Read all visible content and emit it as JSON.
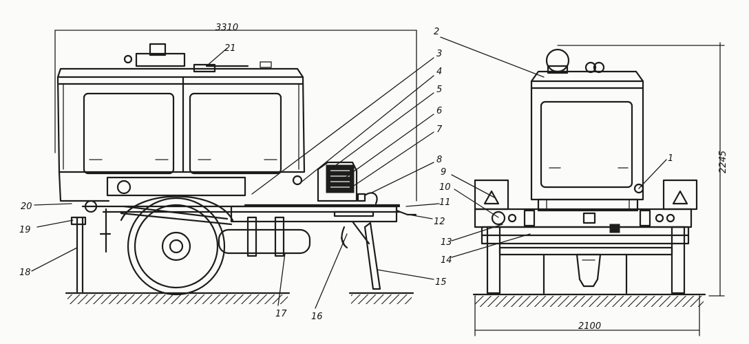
{
  "dimensions": {
    "length": "3310",
    "height": "2245",
    "width": "2100"
  },
  "callouts": [
    "1",
    "2",
    "3",
    "4",
    "5",
    "6",
    "7",
    "8",
    "9",
    "10",
    "11",
    "12",
    "13",
    "14",
    "15",
    "16",
    "17",
    "18",
    "19",
    "20",
    "21"
  ]
}
